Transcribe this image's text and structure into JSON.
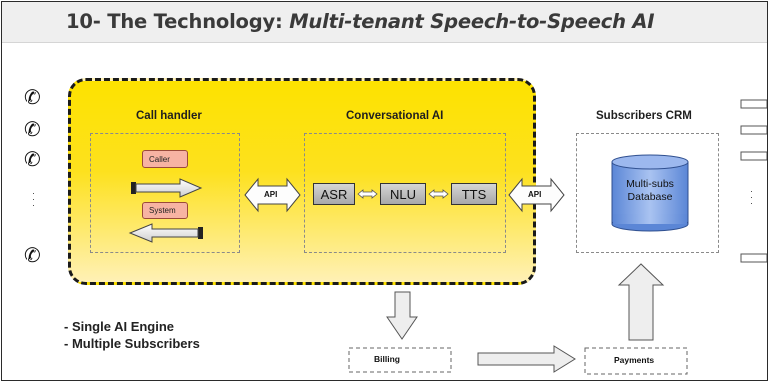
{
  "title": {
    "prefix": "10- The Technology: ",
    "emphasis": "Multi-tenant Speech-to-Speech AI"
  },
  "sections": {
    "call_handler": "Call handler",
    "conversational_ai": "Conversational AI",
    "subscribers_crm": "Subscribers CRM"
  },
  "call_handler": {
    "caller_label": "Caller",
    "system_label": "System"
  },
  "api_label": "API",
  "pipeline": [
    "ASR",
    "NLU",
    "TTS"
  ],
  "database": {
    "line1": "Multi-subs",
    "line2": "Database"
  },
  "billing_label": "Billing",
  "payments_label": "Payments",
  "bullets": [
    "- Single AI Engine",
    "- Multiple Subscribers"
  ],
  "icons": {
    "phone": "phone-icon",
    "arrow": "arrow"
  }
}
